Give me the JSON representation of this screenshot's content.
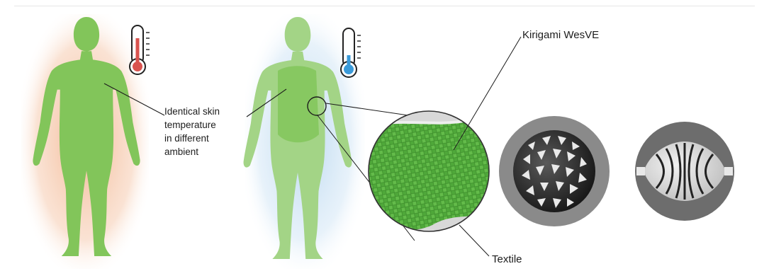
{
  "labels": {
    "identical_lines": [
      "Identical skin",
      "temperature",
      "in different",
      "ambient"
    ],
    "kirigami": "Kirigami WesVE",
    "textile": "Textile"
  },
  "colors": {
    "body_green": "#82c55a",
    "body_green_light": "#a3d486",
    "warm_glow": "#f2b48e",
    "cool_glow": "#b7d6ef",
    "thermo_hot": "#d9534f",
    "thermo_cold": "#3a9ad9",
    "photo_bg": "#7d7d7d"
  },
  "icons": {
    "left_thermometer": "thermometer-hot-icon",
    "right_thermometer": "thermometer-cold-icon"
  }
}
